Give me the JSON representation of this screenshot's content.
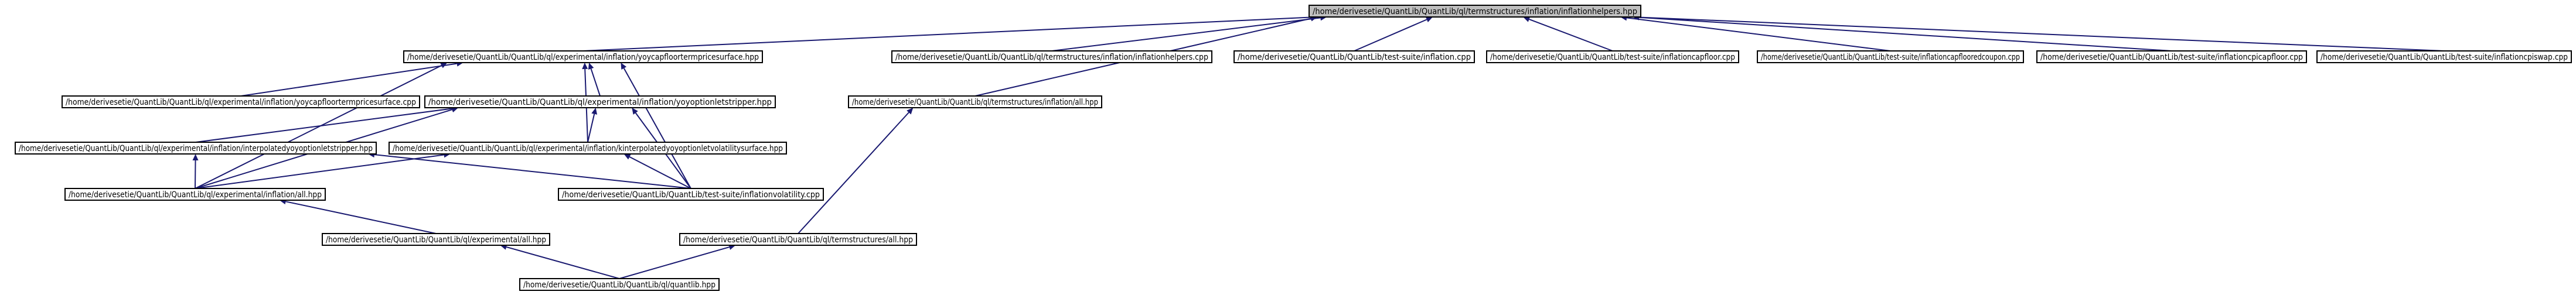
{
  "diagram": {
    "type": "include-dependency-graph",
    "nodes": [
      {
        "id": "root",
        "label": "/home/derivesetie/QuantLib/QuantLib/ql/termstructures/inflation/inflationhelpers.hpp",
        "root": true
      },
      {
        "id": "yoyexp",
        "label": "/home/derivesetie/QuantLib/QuantLib/ql/experimental/inflation/yoycapfloortermpricesurface.hpp"
      },
      {
        "id": "ihcpp",
        "label": "/home/derivesetie/QuantLib/QuantLib/ql/termstructures/inflation/inflationhelpers.cpp"
      },
      {
        "id": "tsinf",
        "label": "/home/derivesetie/QuantLib/QuantLib/test-suite/inflation.cpp"
      },
      {
        "id": "tscapfloor",
        "label": "/home/derivesetie/QuantLib/QuantLib/test-suite/inflationcapfloor.cpp"
      },
      {
        "id": "tscfcoupon",
        "label": "/home/derivesetie/QuantLib/QuantLib/test-suite/inflationcapflooredcoupon.cpp"
      },
      {
        "id": "tscpicapfloor",
        "label": "/home/derivesetie/QuantLib/QuantLib/test-suite/inflationcpicapfloor.cpp"
      },
      {
        "id": "tscpiswap",
        "label": "/home/derivesetie/QuantLib/QuantLib/test-suite/inflationcpiswap.cpp"
      },
      {
        "id": "yoycpp",
        "label": "/home/derivesetie/QuantLib/QuantLib/ql/experimental/inflation/yoycapfloortermpricesurface.cpp"
      },
      {
        "id": "stripper",
        "label": "/home/derivesetie/QuantLib/QuantLib/ql/experimental/inflation/yoyoptionletstripper.hpp"
      },
      {
        "id": "tsall",
        "label": "/home/derivesetie/QuantLib/QuantLib/ql/termstructures/inflation/all.hpp"
      },
      {
        "id": "interpstripper",
        "label": "/home/derivesetie/QuantLib/QuantLib/ql/experimental/inflation/interpolatedyoyoptionletstripper.hpp"
      },
      {
        "id": "kinterp",
        "label": "/home/derivesetie/QuantLib/QuantLib/ql/experimental/inflation/kinterpolatedyoyoptionletvolatilitysurface.hpp"
      },
      {
        "id": "expinfall",
        "label": "/home/derivesetie/QuantLib/QuantLib/ql/experimental/inflation/all.hpp"
      },
      {
        "id": "tsvol",
        "label": "/home/derivesetie/QuantLib/QuantLib/test-suite/inflationvolatility.cpp"
      },
      {
        "id": "expall",
        "label": "/home/derivesetie/QuantLib/QuantLib/ql/experimental/all.hpp"
      },
      {
        "id": "termall",
        "label": "/home/derivesetie/QuantLib/QuantLib/ql/termstructures/all.hpp"
      },
      {
        "id": "quantlib",
        "label": "/home/derivesetie/QuantLib/QuantLib/ql/quantlib.hpp"
      }
    ],
    "edges": [
      {
        "from": "yoyexp",
        "to": "root"
      },
      {
        "from": "ihcpp",
        "to": "root"
      },
      {
        "from": "tsinf",
        "to": "root"
      },
      {
        "from": "tscapfloor",
        "to": "root"
      },
      {
        "from": "tscfcoupon",
        "to": "root"
      },
      {
        "from": "tscpicapfloor",
        "to": "root"
      },
      {
        "from": "tscpiswap",
        "to": "root"
      },
      {
        "from": "tsall",
        "to": "root"
      },
      {
        "from": "yoycpp",
        "to": "yoyexp"
      },
      {
        "from": "stripper",
        "to": "yoyexp"
      },
      {
        "from": "kinterp",
        "to": "yoyexp"
      },
      {
        "from": "expinfall",
        "to": "yoyexp"
      },
      {
        "from": "tsvol",
        "to": "yoyexp"
      },
      {
        "from": "interpstripper",
        "to": "stripper"
      },
      {
        "from": "kinterp",
        "to": "stripper"
      },
      {
        "from": "expinfall",
        "to": "stripper"
      },
      {
        "from": "tsvol",
        "to": "stripper"
      },
      {
        "from": "expinfall",
        "to": "interpstripper"
      },
      {
        "from": "tsvol",
        "to": "interpstripper"
      },
      {
        "from": "expinfall",
        "to": "kinterp"
      },
      {
        "from": "tsvol",
        "to": "kinterp"
      },
      {
        "from": "expall",
        "to": "expinfall"
      },
      {
        "from": "termall",
        "to": "tsall"
      },
      {
        "from": "quantlib",
        "to": "expall"
      },
      {
        "from": "quantlib",
        "to": "termall"
      }
    ]
  },
  "colors": {
    "edge": "#191970",
    "root_fill": "#bfbfbf",
    "node_fill": "#ffffff",
    "node_border": "#000000"
  }
}
